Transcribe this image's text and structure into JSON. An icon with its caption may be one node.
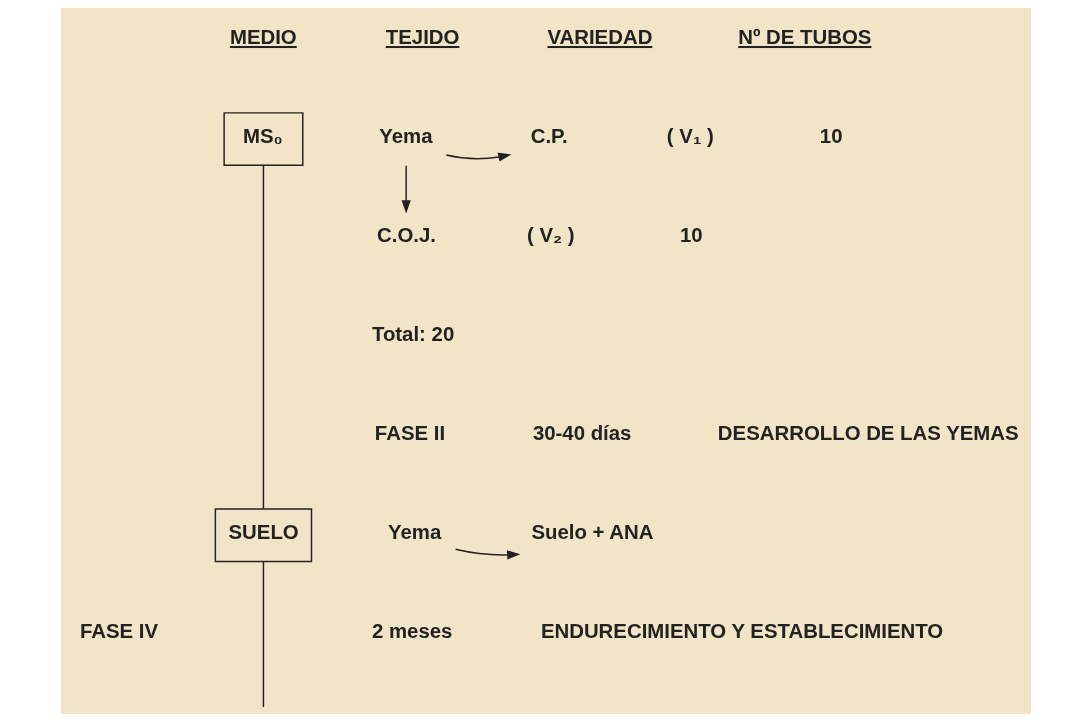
{
  "diagram": {
    "nodes": [
      {
        "text": [
          "MS₀"
        ]
      },
      {
        "text": [
          "SUELO"
        ]
      },
      {
        "text": [
          "Yema"
        ]
      },
      {
        "text": [
          "C.P."
        ]
      },
      {
        "text": [
          "C.O.J."
        ]
      },
      {
        "text": [
          "Yema"
        ]
      },
      {
        "text": [
          "Suelo + ANA"
        ]
      }
    ],
    "edges": [
      {
        "from": 0,
        "to": 1,
        "arrow": "none"
      },
      {
        "from": 1,
        "to": null,
        "arrow": "none"
      },
      {
        "from": 2,
        "to": 3,
        "arrow": "to"
      },
      {
        "from": 2,
        "to": 4,
        "arrow": "to"
      },
      {
        "from": 5,
        "to": 6,
        "arrow": "to"
      }
    ],
    "labels": [
      "MEDIO",
      "TEJIDO",
      "VARIEDAD",
      "Nº DE TUBOS",
      "( V₁ )",
      "10",
      "( V₂ )",
      "10",
      "Total: 20",
      "FASE II",
      "30-40 días",
      "DESARROLLO DE LAS YEMAS",
      "FASE IV",
      "2 meses",
      "ENDURECIMIENTO Y ESTABLECIMIENTO"
    ]
  }
}
